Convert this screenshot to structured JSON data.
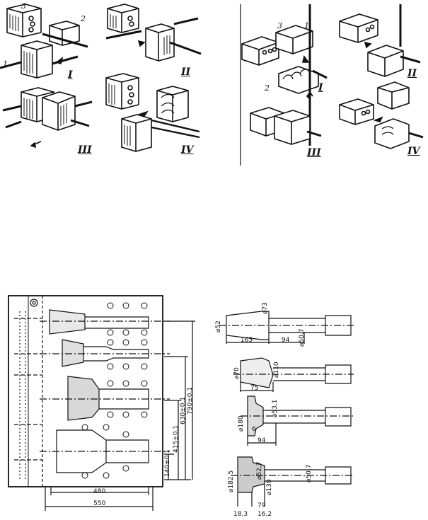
{
  "figure_a": {
    "callouts": [
      "3",
      "2",
      "1"
    ],
    "stages": [
      "I",
      "II",
      "III",
      "IV"
    ]
  },
  "figure_b": {
    "callouts": [
      "3",
      "1",
      "2"
    ],
    "stages": [
      "I",
      "II",
      "III",
      "IV"
    ]
  },
  "die_plan": {
    "dims": {
      "width_480": "480",
      "width_550": "550",
      "h_140": "140±0,1",
      "h_415": "415±0,1",
      "h_630": "630±0,1",
      "h_790": "790±0,1"
    }
  },
  "forging_stages": {
    "s1": {
      "d1": "⌀52",
      "d2": "⌀73",
      "d3": "⌀50,7",
      "l1": "165",
      "l2": "94"
    },
    "s2": {
      "d1": "⌀70",
      "d2": "⌀110",
      "l1": "75"
    },
    "s3": {
      "d1": "⌀180",
      "d2": "⌀53,1",
      "l1": "94",
      "l2": "6"
    },
    "s4": {
      "d1": "⌀182,5",
      "d2": "⌀52,7",
      "d3": "⌀130",
      "d4": "⌀50,7",
      "l1": "79",
      "l2": "18,3",
      "l3": "16,2"
    }
  }
}
